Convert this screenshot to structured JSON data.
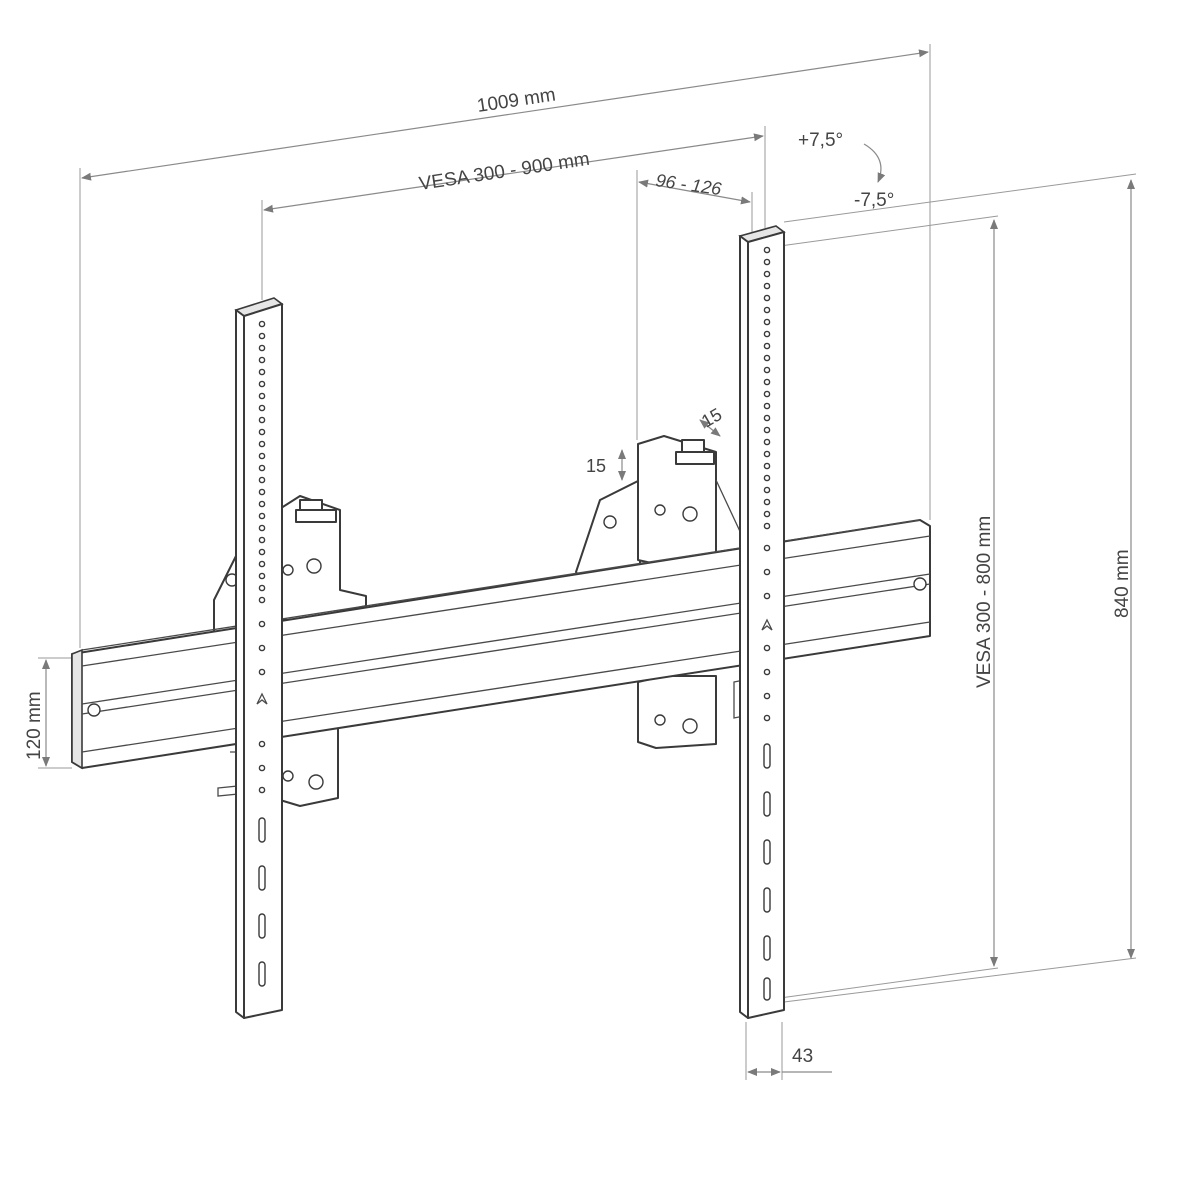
{
  "dimensions": {
    "overall_width": "1009 mm",
    "vesa_horizontal": "VESA 300 - 900 mm",
    "bracket_offset": "96 - 126",
    "tilt_up": "+7,5°",
    "tilt_down": "-7,5°",
    "adjust_vertical": "15",
    "adjust_depth": "15",
    "vesa_vertical": "VESA 300 - 800 mm",
    "overall_height": "840 mm",
    "rail_height": "120 mm",
    "arm_width": "43"
  },
  "colors": {
    "line": "#3a3a3a",
    "dimension": "#8a8a8a",
    "text": "#444444",
    "background": "#ffffff"
  }
}
